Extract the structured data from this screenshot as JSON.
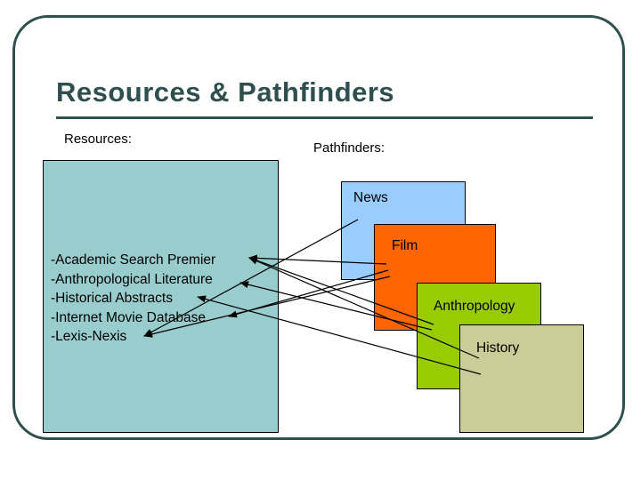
{
  "slide": {
    "title": "Resources & Pathfinders",
    "resources_heading": "Resources:",
    "pathfinders_heading": "Pathfinders:",
    "resources": [
      "-Academic Search Premier",
      "-Anthropological Literature",
      "-Historical Abstracts",
      "-Internet Movie Database",
      "-Lexis-Nexis"
    ],
    "pathfinders": [
      "News",
      "Film",
      "Anthropology",
      "History"
    ],
    "colors": {
      "frame": "#2f4f4f",
      "title": "#2f4f4f",
      "resources_box": "#99cccc",
      "news": "#99ccff",
      "film": "#ff6600",
      "anthropology": "#99cc00",
      "history": "#cccc99"
    },
    "links": [
      {
        "from": "News",
        "to": "-Lexis-Nexis"
      },
      {
        "from": "Film",
        "to": "-Academic Search Premier"
      },
      {
        "from": "Film",
        "to": "-Internet Movie Database"
      },
      {
        "from": "Film",
        "to": "-Lexis-Nexis"
      },
      {
        "from": "Anthropology",
        "to": "-Academic Search Premier"
      },
      {
        "from": "Anthropology",
        "to": "-Anthropological Literature"
      },
      {
        "from": "History",
        "to": "-Academic Search Premier"
      },
      {
        "from": "History",
        "to": "-Historical Abstracts"
      }
    ]
  }
}
